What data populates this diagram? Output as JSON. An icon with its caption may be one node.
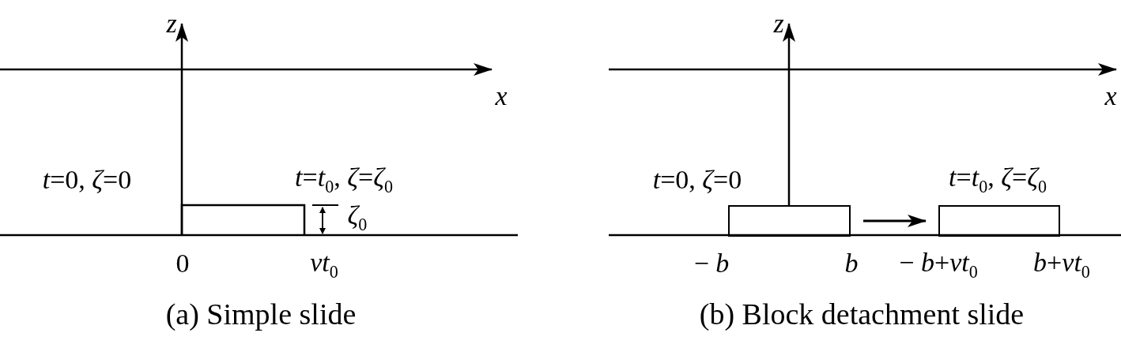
{
  "diagram": {
    "nodes": [
      {
        "text": [],
        "shape": "box"
      },
      {
        "text": [],
        "shape": "box"
      }
    ],
    "edges": [
      {
        "from": 0,
        "to": 1,
        "arrow": "to"
      }
    ],
    "labels": [
      "*z*",
      "*x*",
      "*t*=0, *ζ*=0",
      "*t*=*t*$_{0}$, *ζ*=*ζ*$_{0}$",
      "*ζ*$_{0}$",
      "0",
      "*vt*$_{0}$",
      "(a) Simple slide",
      "*z*",
      "*x*",
      "*t*=0, *ζ*=0",
      "*t*=*t*$_{0}$, *ζ*=*ζ*$_{0}$",
      "− *b*",
      "*b*",
      "− *b*+*vt*$_{0}$",
      "*b*+*vt*$_{0}$",
      "(b) Block detachment slide"
    ]
  }
}
